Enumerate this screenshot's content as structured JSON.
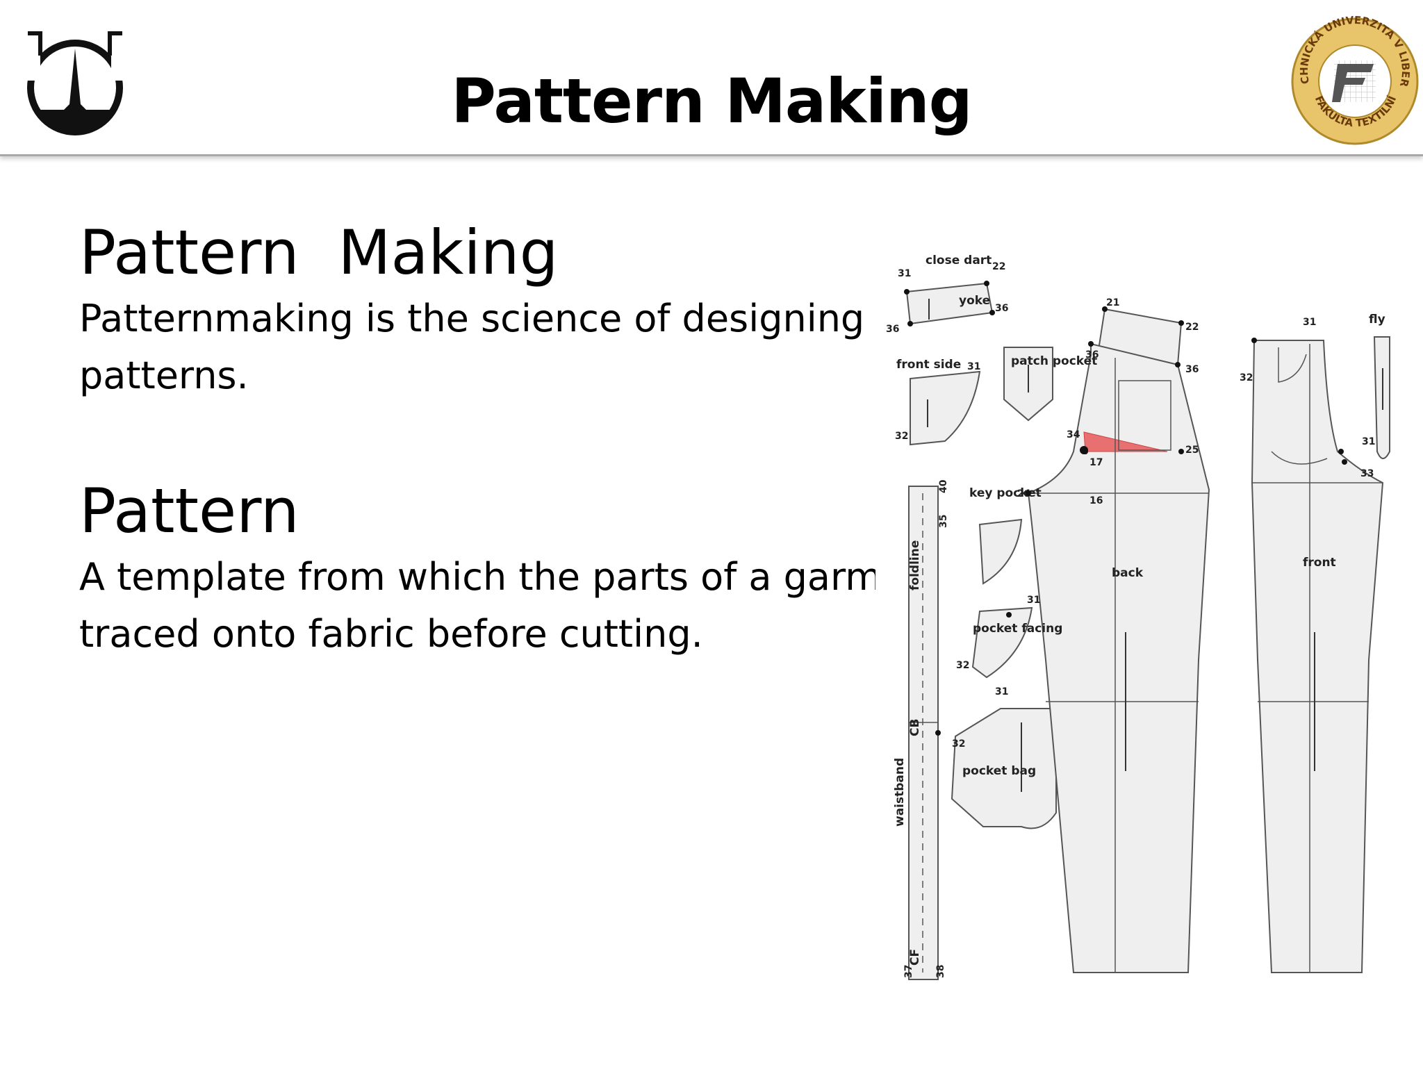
{
  "header": {
    "title": "Pattern Making",
    "right_logo_text_top": "TECHNICKÁ UNIVERZITA V LIBERCI",
    "right_logo_text_bottom": "FAKULTA TEXTILNÍ"
  },
  "sections": [
    {
      "heading": "Pattern  Making",
      "lines": [
        "Patternmaking is the science of designing",
        "patterns."
      ]
    },
    {
      "heading": "Pattern",
      "lines": [
        "A template from which the parts of a garm",
        "traced onto fabric before cutting."
      ]
    }
  ],
  "figure": {
    "labels": {
      "close_dart": "close dart",
      "yoke": "yoke",
      "front_side": "front side",
      "patch_pocket": "patch pocket",
      "key_pocket": "key pocket",
      "pocket_facing": "pocket facing",
      "pocket_bag": "pocket bag",
      "waistband": "waistband",
      "foldline": "foldline",
      "cb": "CB",
      "cf": "CF",
      "back": "back",
      "front": "front",
      "fly": "fly"
    },
    "numbers": [
      "31",
      "22",
      "36",
      "36",
      "31",
      "32",
      "21",
      "22",
      "36",
      "36",
      "34",
      "17",
      "16",
      "25",
      "24",
      "31",
      "32",
      "31",
      "32",
      "37",
      "38",
      "31",
      "33",
      "31",
      "32",
      "35",
      "40"
    ],
    "colors": {
      "highlight": "#e87070",
      "piece_fill": "#efefef",
      "line": "#555555"
    }
  }
}
